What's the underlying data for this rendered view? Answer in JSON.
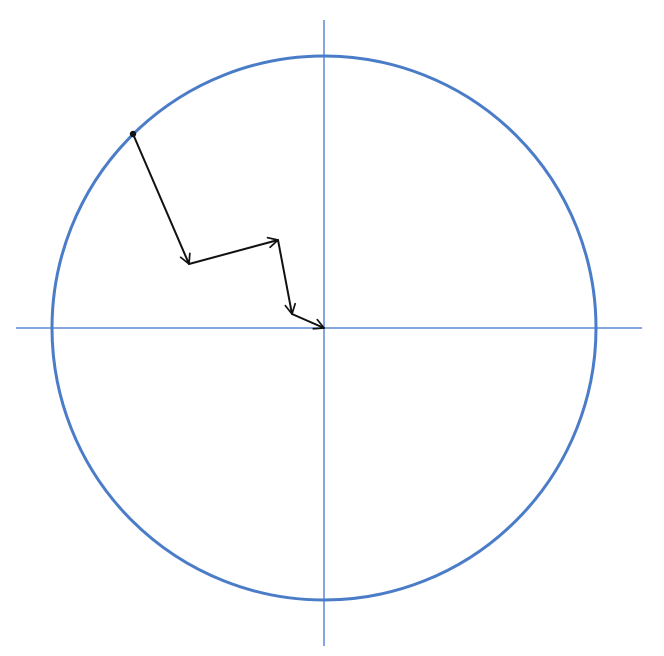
{
  "diagram": {
    "type": "vector-path-in-circle",
    "colors": {
      "circle": "#4a7cc8",
      "axes": "#5b8ad6",
      "vectors": "#111111",
      "start_point": "#111111",
      "background": "#ffffff"
    },
    "icons": {
      "arrowhead": "open-arrow-icon",
      "start_marker": "dot-icon"
    },
    "circle": {
      "present": true
    },
    "axes": {
      "horizontal": true,
      "vertical": true
    },
    "vectors": [
      {
        "name": "vector-1"
      },
      {
        "name": "vector-2"
      },
      {
        "name": "vector-3"
      },
      {
        "name": "vector-4"
      }
    ]
  }
}
